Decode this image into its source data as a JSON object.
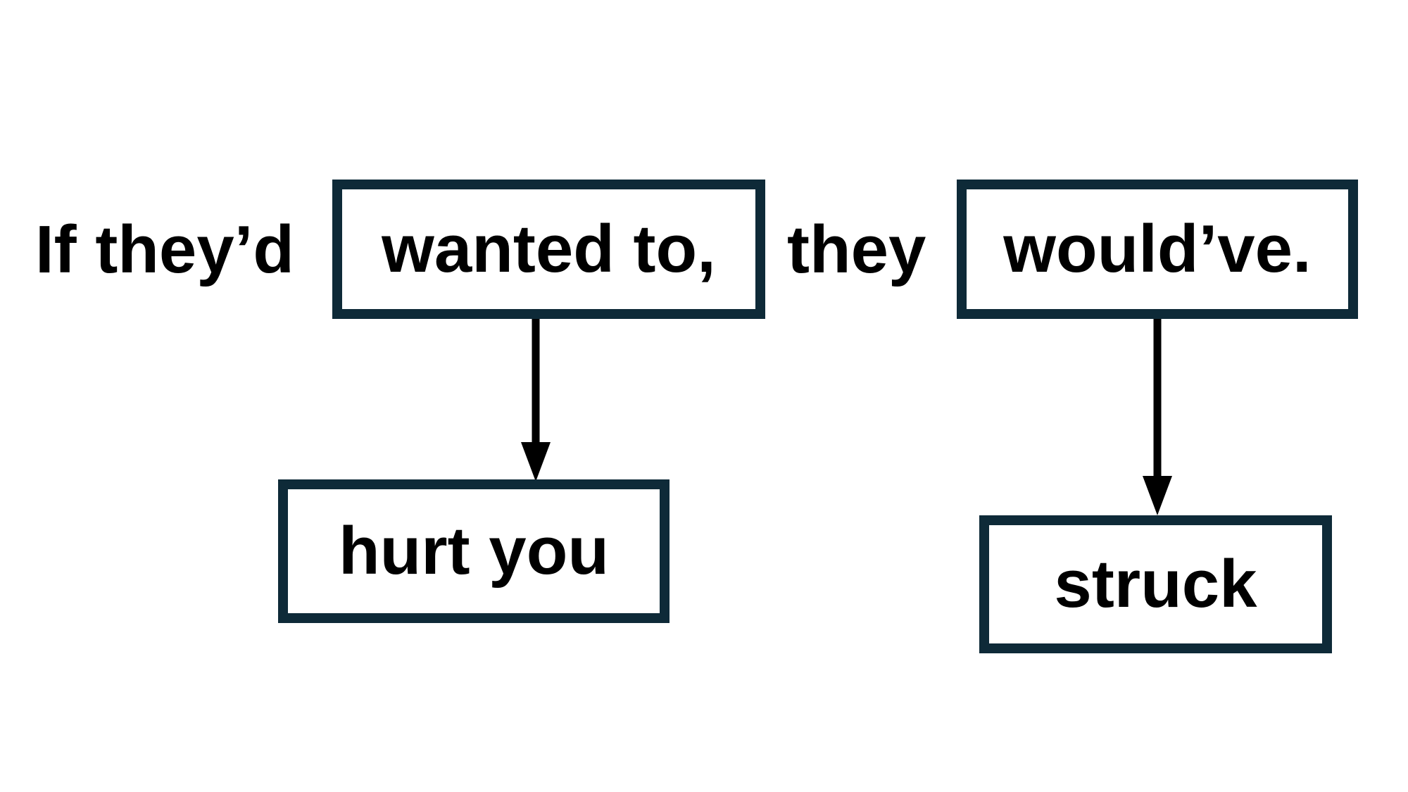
{
  "colors": {
    "background": "#ffffff",
    "box_border": "#0e2a38",
    "text": "#000000",
    "arrow": "#000000"
  },
  "sentence": {
    "prefix": "If they’d",
    "conditional_box": "wanted to,",
    "middle": "they",
    "result_box": "would’ve."
  },
  "substitutions": {
    "conditional_target": "hurt you",
    "result_target": "struck"
  }
}
